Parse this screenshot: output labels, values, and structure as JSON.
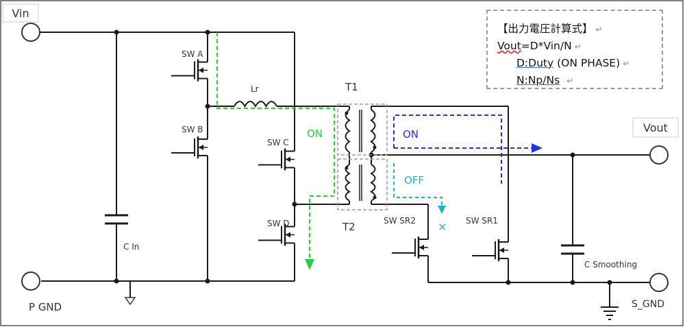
{
  "terminals": {
    "vin": "Vin",
    "vout": "Vout",
    "p_gnd": "P GND",
    "s_gnd": "S_GND"
  },
  "components": {
    "sw_a": "SW A",
    "sw_b": "SW B",
    "sw_c": "SW C",
    "sw_d": "SW D",
    "sw_sr1": "SW SR1",
    "sw_sr2": "SW SR2",
    "lr": "Lr",
    "t1": "T1",
    "t2": "T2",
    "c_in": "C In",
    "c_smoothing": "C Smoothing"
  },
  "current_paths": {
    "on_primary": "ON",
    "on_secondary": "ON",
    "off_secondary": "OFF",
    "off_blocked": "×"
  },
  "formula_box": {
    "title": "【出力電圧計算式】",
    "line1_prefix": "Vout",
    "line1_rest": "=D*Vin/N",
    "line2_term": "D:Duty",
    "line2_rest": " (ON PHASE)",
    "line3_term": "N:Np/Ns",
    "return_mark": "↵"
  },
  "colors": {
    "wire": "#1a1a1a",
    "on_primary": "#2ecc40",
    "on_secondary": "#2233dd",
    "off_secondary": "#1fb3c2",
    "transformer_box": "#9a9a9a"
  }
}
